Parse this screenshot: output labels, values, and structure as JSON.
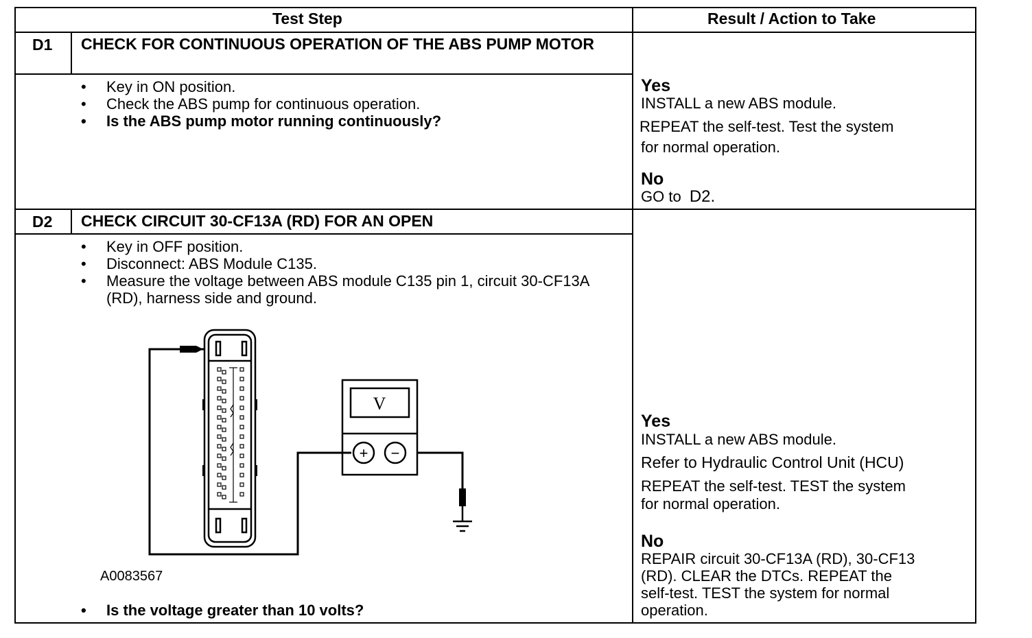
{
  "header": {
    "test_step": "Test Step",
    "result_action": "Result / Action to Take"
  },
  "steps": [
    {
      "id": "D1",
      "title": "CHECK FOR CONTINUOUS OPERATION OF THE ABS PUMP MOTOR",
      "bullets": [
        "Key in ON position.",
        "Check the ABS pump for continuous operation.",
        "Is the ABS pump motor running continuously?"
      ],
      "yes_label": "Yes",
      "yes_lines": [
        "INSTALL a new ABS module.",
        "REPEAT the self-test. Test the system",
        "for normal operation."
      ],
      "no_label": "No",
      "no_text": "GO to",
      "no_link": "D2."
    },
    {
      "id": "D2",
      "title": "CHECK CIRCUIT 30-CF13A (RD) FOR AN OPEN",
      "bullets": [
        "Key in OFF position.",
        "Disconnect: ABS Module C135.",
        "Measure the voltage between ABS module C135 pin 1, circuit 30-CF13A (RD), harness side and ground."
      ],
      "figure_id": "A0083567",
      "meter_label": "V",
      "meter_plus": "+",
      "meter_minus": "−",
      "question": "Is the voltage greater than 10 volts?",
      "yes_label": "Yes",
      "yes_lines": [
        "INSTALL a new ABS module.",
        "Refer to Hydraulic Control Unit (HCU)",
        "REPEAT the self-test. TEST the system",
        "for normal operation."
      ],
      "no_label": "No",
      "no_lines": [
        "REPAIR circuit 30-CF13A (RD), 30-CF13",
        "(RD). CLEAR the DTCs. REPEAT the",
        "self-test. TEST the system for normal",
        "operation."
      ]
    }
  ]
}
